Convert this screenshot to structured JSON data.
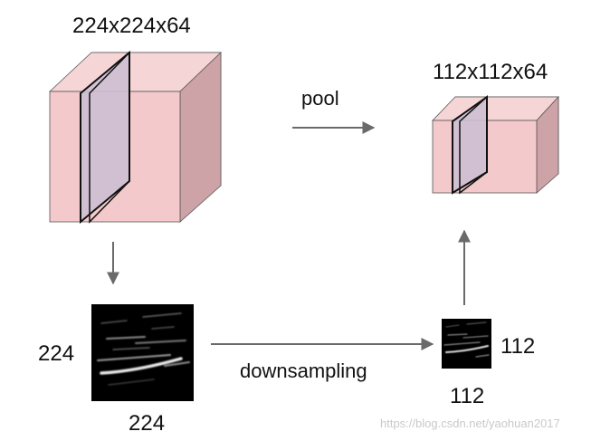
{
  "labels": {
    "big_volume": "224x224x64",
    "small_volume": "112x112x64",
    "pool": "pool",
    "downsampling": "downsampling",
    "big_width": "224",
    "big_height": "224",
    "small_width": "112",
    "small_height": "112"
  },
  "watermark": "https://blog.csdn.net/yaohuan2017",
  "colors": {
    "cube_front": "#f3c9cb",
    "cube_top": "#f6d5d6",
    "cube_side": "#cda3a7",
    "slice_fill": "#cdbfd2",
    "arrow": "#6a6a6a",
    "image_bg": "#000000"
  }
}
